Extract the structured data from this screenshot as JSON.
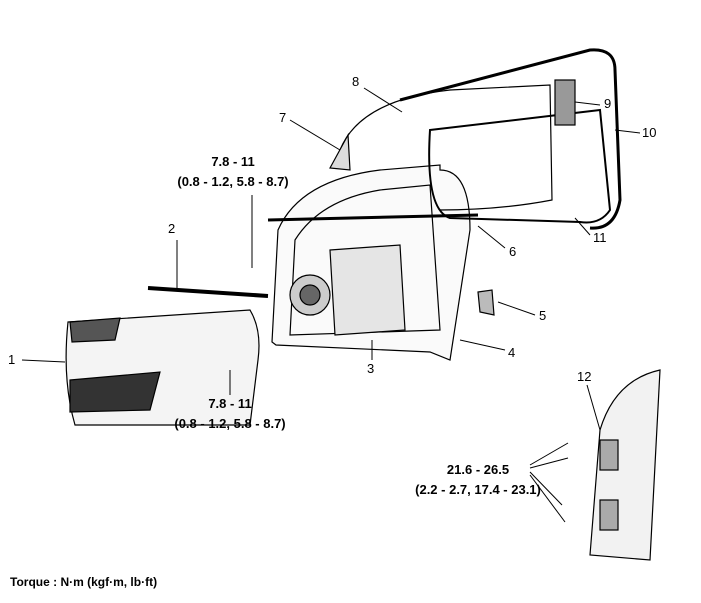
{
  "callouts": [
    "1",
    "2",
    "3",
    "4",
    "5",
    "6",
    "7",
    "8",
    "9",
    "10",
    "11",
    "12"
  ],
  "torque_specs": [
    {
      "nm": "7.8 - 11",
      "alt": "(0.8 - 1.2, 5.8 - 8.7)"
    },
    {
      "nm": "7.8 - 11",
      "alt": "(0.8 - 1.2, 5.8 - 8.7)"
    },
    {
      "nm": "21.6 - 26.5",
      "alt": "(2.2 - 2.7, 17.4 - 23.1)"
    }
  ],
  "footer": "Torque : N·m (kgf·m, lb·ft)"
}
